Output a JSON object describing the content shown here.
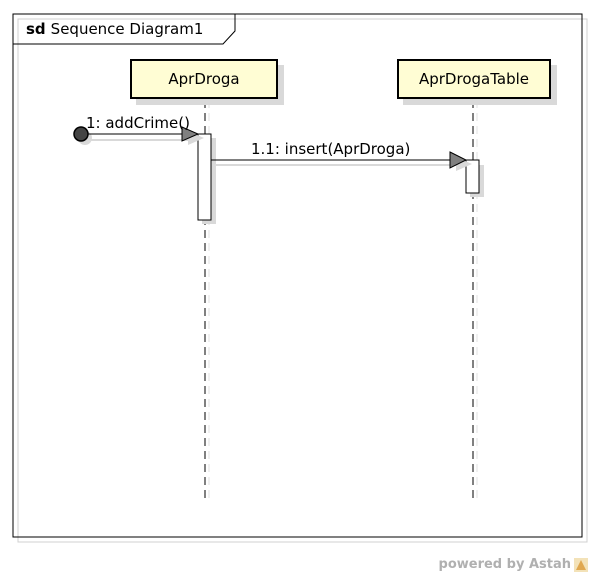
{
  "frame": {
    "keyword": "sd",
    "name": "Sequence Diagram1"
  },
  "lifelines": [
    {
      "name": "AprDroga"
    },
    {
      "name": "AprDrogaTable"
    }
  ],
  "messages": [
    {
      "label": "1: addCrime()"
    },
    {
      "label": "1.1: insert(AprDroga)"
    }
  ],
  "footer": {
    "text": "powered by Astah"
  },
  "colors": {
    "lifeline_fill": "#fffdd4",
    "arrow_fill": "#808080",
    "shadow": "#d9d9d9"
  }
}
